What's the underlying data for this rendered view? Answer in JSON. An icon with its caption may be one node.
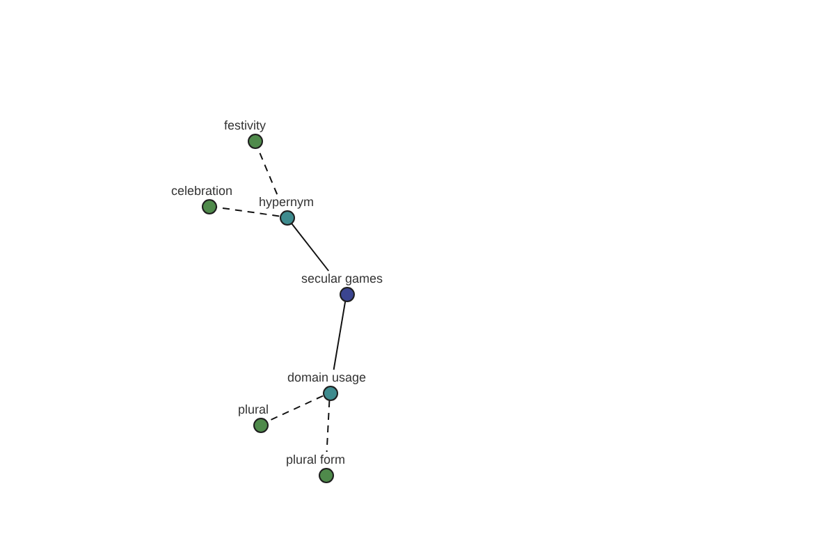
{
  "diagram": {
    "nodes": [
      {
        "text": [
          "festivity"
        ]
      },
      {
        "text": [
          "celebration"
        ]
      },
      {
        "text": [
          "hypernym"
        ]
      },
      {
        "text": [
          "secular games"
        ]
      },
      {
        "text": [
          "domain usage"
        ]
      },
      {
        "text": [
          "plural"
        ]
      },
      {
        "text": [
          "plural form"
        ]
      }
    ],
    "edges": [
      {
        "from": 3,
        "to": 2,
        "arrow": "none"
      },
      {
        "from": 2,
        "to": 0,
        "arrow": "none",
        "style": "dashed"
      },
      {
        "from": 2,
        "to": 1,
        "arrow": "none",
        "style": "dashed"
      },
      {
        "from": 3,
        "to": 4,
        "arrow": "none"
      },
      {
        "from": 4,
        "to": 5,
        "arrow": "none",
        "style": "dashed"
      },
      {
        "from": 4,
        "to": 6,
        "arrow": "none",
        "style": "dashed"
      }
    ]
  }
}
